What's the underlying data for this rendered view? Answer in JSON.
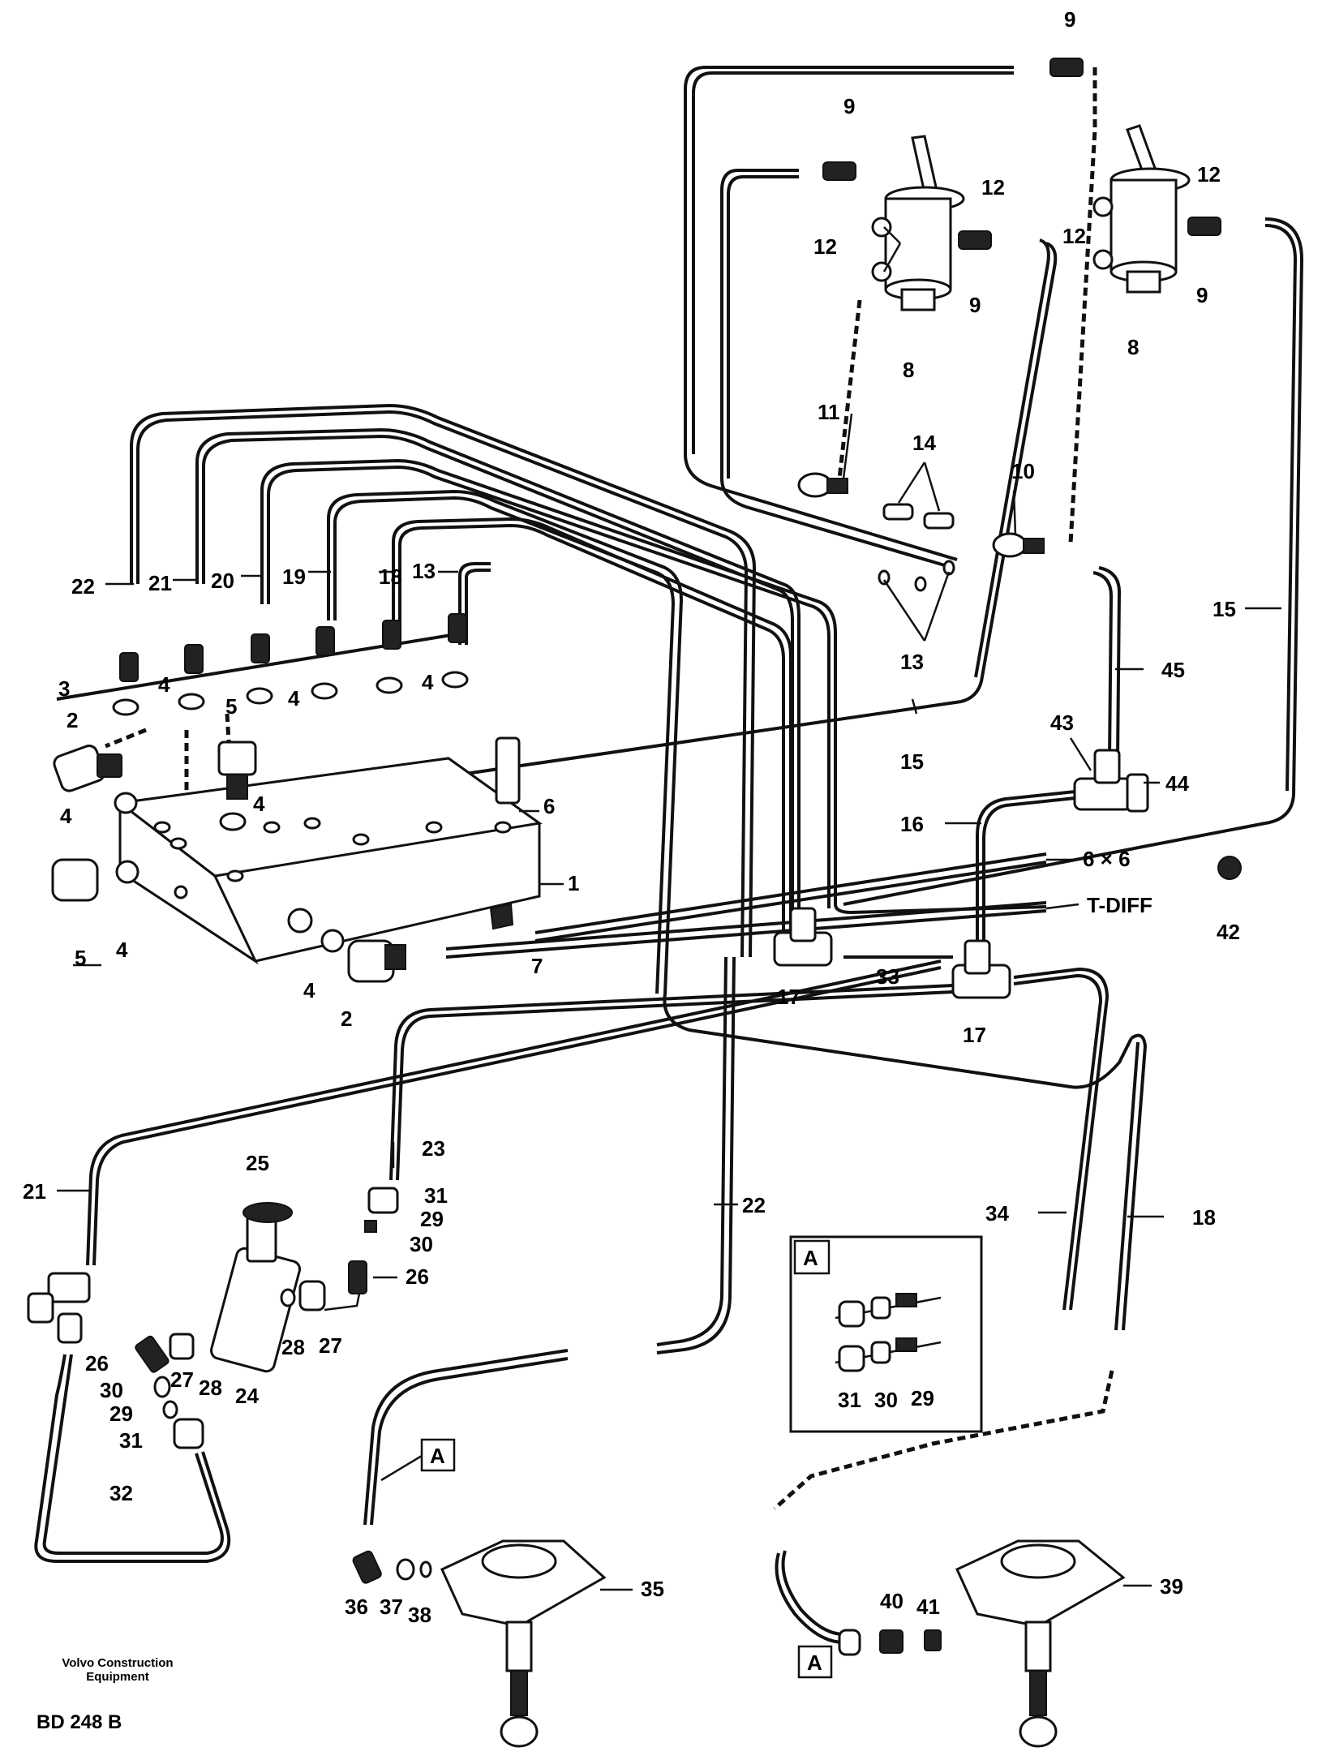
{
  "footer": {
    "company_line1": "Volvo Construction",
    "company_line2": "Equipment",
    "code": "BD 248 B"
  },
  "detail_view_label": "A",
  "callouts": {
    "c1": "1",
    "c2a": "2",
    "c2b": "2",
    "c3": "3",
    "c4a": "4",
    "c4b": "4",
    "c4c": "4",
    "c4d": "4",
    "c4e": "4",
    "c4f": "4",
    "c5a": "5",
    "c5b": "5",
    "c6": "6",
    "c7": "7",
    "c8a": "8",
    "c8b": "8",
    "c9a": "9",
    "c9b": "9",
    "c9c": "9",
    "c9d": "9",
    "c10": "10",
    "c11": "11",
    "c12a": "12",
    "c12b": "12",
    "c12c": "12",
    "c12d": "12",
    "c13a": "13",
    "c13b": "13",
    "c14": "14",
    "c15a": "15",
    "c15b": "15",
    "c16": "16",
    "c17a": "17",
    "c17b": "17",
    "c18a": "18",
    "c18b": "18",
    "c19": "19",
    "c20": "20",
    "c21a": "21",
    "c21b": "21",
    "c22a": "22",
    "c22b": "22",
    "c23": "23",
    "c24": "24",
    "c25": "25",
    "c26a": "26",
    "c26b": "26",
    "c27a": "27",
    "c27b": "27",
    "c28a": "28",
    "c28b": "28",
    "c29a": "29",
    "c29b": "29",
    "c29c": "29",
    "c30a": "30",
    "c30b": "30",
    "c30c": "30",
    "c31a": "31",
    "c31b": "31",
    "c31c": "31",
    "c32": "32",
    "c33": "33",
    "c34": "34",
    "c35": "35",
    "c36": "36",
    "c37": "37",
    "c38": "38",
    "c39": "39",
    "c40": "40",
    "c41": "41",
    "c42": "42",
    "c43": "43",
    "c44": "44",
    "c45": "45",
    "c6x6": "6 × 6",
    "tdiff": "T-DIFF",
    "boxA1": "A",
    "boxA2": "A"
  }
}
